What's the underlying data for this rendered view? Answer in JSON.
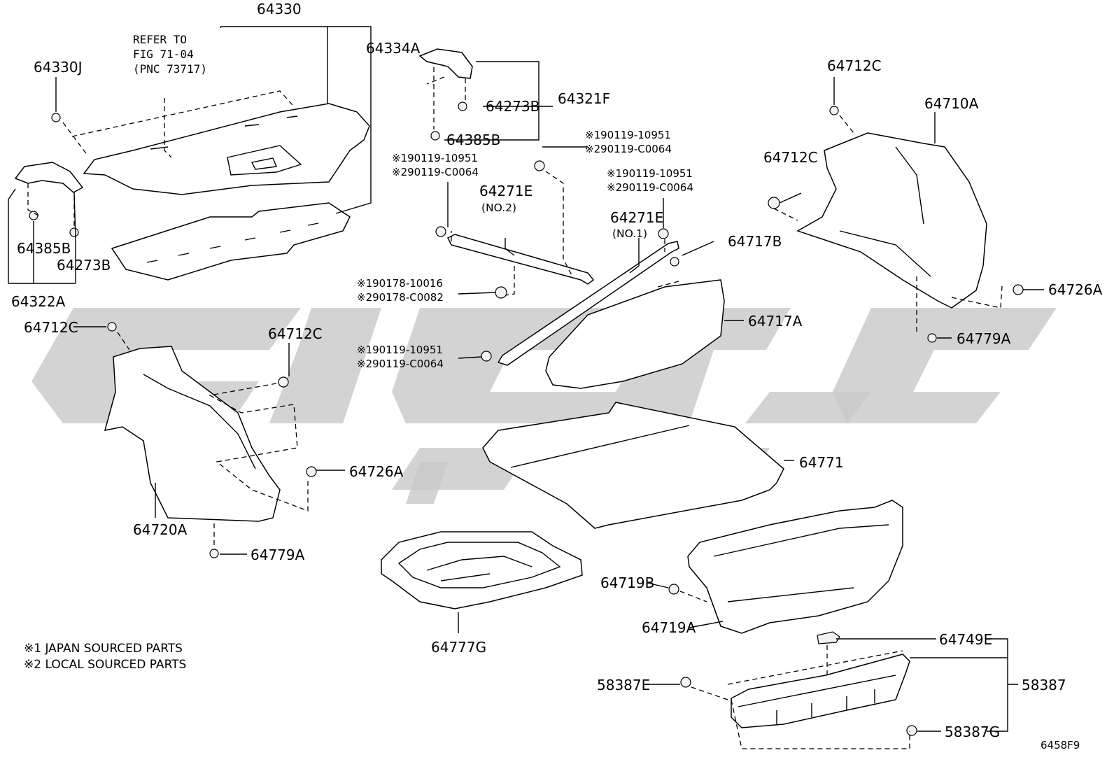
{
  "diagram": {
    "labels": [
      {
        "id": "l1",
        "text": "64330"
      },
      {
        "id": "l2",
        "text": "REFER TO"
      },
      {
        "id": "l3",
        "text": "FIG 71-04"
      },
      {
        "id": "l4",
        "text": "(PNC 73717)"
      },
      {
        "id": "l5",
        "text": "64334A"
      },
      {
        "id": "l6",
        "text": "64330J"
      },
      {
        "id": "l7",
        "text": "64273B"
      },
      {
        "id": "l8",
        "text": "64321F"
      },
      {
        "id": "l9",
        "text": "64385B"
      },
      {
        "id": "l10",
        "text": "64712C"
      },
      {
        "id": "l11",
        "text": "64710A"
      },
      {
        "id": "l12",
        "text": "64712C"
      },
      {
        "id": "l13",
        "text": "64385B"
      },
      {
        "id": "l14",
        "text": "64273B"
      },
      {
        "id": "l15",
        "text": "64322A"
      },
      {
        "id": "l16",
        "text": "64271E"
      },
      {
        "id": "l17",
        "text": "(NO.2)"
      },
      {
        "id": "l18",
        "text": "64271E"
      },
      {
        "id": "l19",
        "text": "(NO.1)"
      },
      {
        "id": "l20",
        "text": "64717B"
      },
      {
        "id": "l21",
        "text": "64726A"
      },
      {
        "id": "l22",
        "text": "64717A"
      },
      {
        "id": "l23",
        "text": "64779A"
      },
      {
        "id": "l24",
        "text": "64712C"
      },
      {
        "id": "l25",
        "text": "64712C"
      },
      {
        "id": "l26",
        "text": "64726A"
      },
      {
        "id": "l27",
        "text": "64771"
      },
      {
        "id": "l28",
        "text": "64720A"
      },
      {
        "id": "l29",
        "text": "64779A"
      },
      {
        "id": "l30",
        "text": "64719B"
      },
      {
        "id": "l31",
        "text": "64719A"
      },
      {
        "id": "l32",
        "text": "64777G"
      },
      {
        "id": "l33",
        "text": "64749E"
      },
      {
        "id": "l34",
        "text": "58387E"
      },
      {
        "id": "l35",
        "text": "58387"
      },
      {
        "id": "l36",
        "text": "58387G"
      },
      {
        "id": "l37",
        "text": "6458F9"
      }
    ],
    "codes": [
      {
        "id": "c1",
        "text": "※190119-10951"
      },
      {
        "id": "c2",
        "text": "※290119-C0064"
      },
      {
        "id": "c3",
        "text": "※190119-10951"
      },
      {
        "id": "c4",
        "text": "※290119-C0064"
      },
      {
        "id": "c5",
        "text": "※190119-10951"
      },
      {
        "id": "c6",
        "text": "※290119-C0064"
      },
      {
        "id": "c7",
        "text": "※190178-10016"
      },
      {
        "id": "c8",
        "text": "※290178-C0082"
      },
      {
        "id": "c9",
        "text": "※190119-10951"
      },
      {
        "id": "c10",
        "text": "※290119-C0064"
      }
    ],
    "notes": [
      {
        "id": "n1",
        "text": "※1 JAPAN SOURCED PARTS"
      },
      {
        "id": "n2",
        "text": "※2 LOCAL SOURCED PARTS"
      }
    ]
  },
  "colors": {
    "line": "#000000",
    "watermark": "#c9c9c9",
    "background": "#ffffff"
  }
}
